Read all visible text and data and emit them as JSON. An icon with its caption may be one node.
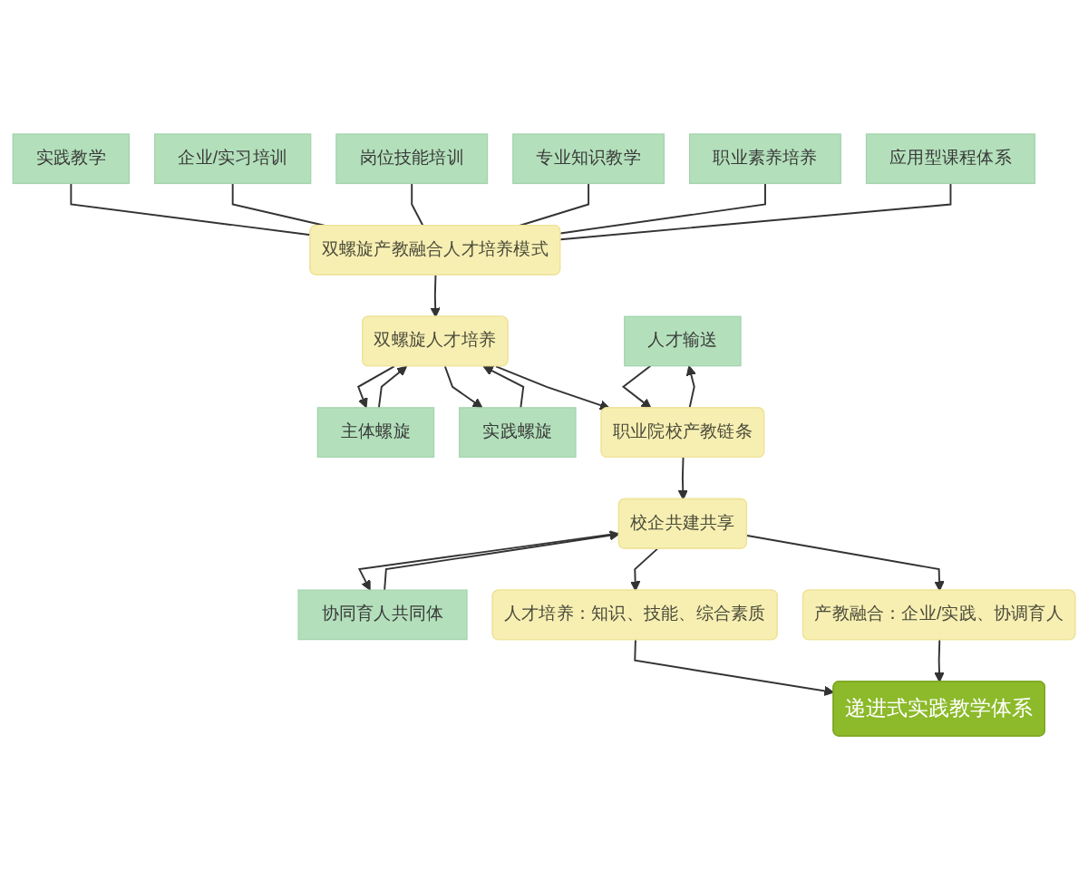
{
  "diagram": {
    "nodes": [
      {
        "text": [
          "实践教学"
        ]
      },
      {
        "text": [
          "企业/实习培训"
        ]
      },
      {
        "text": [
          "岗位技能培训"
        ]
      },
      {
        "text": [
          "专业知识教学"
        ]
      },
      {
        "text": [
          "职业素养培养"
        ]
      },
      {
        "text": [
          "双螺旋产教融合人才培养模式"
        ]
      },
      {
        "text": [
          "应用型课程体系"
        ]
      },
      {
        "text": [
          "主体螺旋"
        ]
      },
      {
        "text": [
          "双螺旋人才培养"
        ]
      },
      {
        "text": [
          "实践螺旋"
        ]
      },
      {
        "text": [
          "人才输送"
        ]
      },
      {
        "text": [
          "职业院校产教链条"
        ]
      },
      {
        "text": [
          "校企共建共享"
        ]
      },
      {
        "text": [
          "协同育人共同体"
        ]
      },
      {
        "text": [
          "人才培养：知识、技能、综合素质"
        ]
      },
      {
        "text": [
          "产教融合：企业/实践、协调育人"
        ]
      },
      {
        "text": [
          "递进式实践教学体系"
        ]
      }
    ],
    "edges": [
      {
        "from": 0,
        "to": 5,
        "arrow": "none"
      },
      {
        "from": 1,
        "to": 5,
        "arrow": "none"
      },
      {
        "from": 2,
        "to": 5,
        "arrow": "none"
      },
      {
        "from": 3,
        "to": 5,
        "arrow": "none"
      },
      {
        "from": 4,
        "to": 5,
        "arrow": "none"
      },
      {
        "from": 6,
        "to": 5,
        "arrow": "none"
      },
      {
        "from": 5,
        "to": 8,
        "arrow": "to"
      },
      {
        "from": 7,
        "to": 8,
        "arrow": "to"
      },
      {
        "from": 8,
        "to": 7,
        "arrow": "to"
      },
      {
        "from": 9,
        "to": 8,
        "arrow": "to"
      },
      {
        "from": 8,
        "to": 9,
        "arrow": "to"
      },
      {
        "from": 8,
        "to": 11,
        "arrow": "to"
      },
      {
        "from": 10,
        "to": 11,
        "arrow": "to"
      },
      {
        "from": 11,
        "to": 10,
        "arrow": "to"
      },
      {
        "from": 11,
        "to": 12,
        "arrow": "to"
      },
      {
        "from": 13,
        "to": 12,
        "arrow": "to"
      },
      {
        "from": 12,
        "to": 13,
        "arrow": "to"
      },
      {
        "from": 12,
        "to": 14,
        "arrow": "to"
      },
      {
        "from": 12,
        "to": 15,
        "arrow": "to"
      },
      {
        "from": 14,
        "to": 16,
        "arrow": "to"
      },
      {
        "from": 15,
        "to": 16,
        "arrow": "to"
      }
    ]
  }
}
